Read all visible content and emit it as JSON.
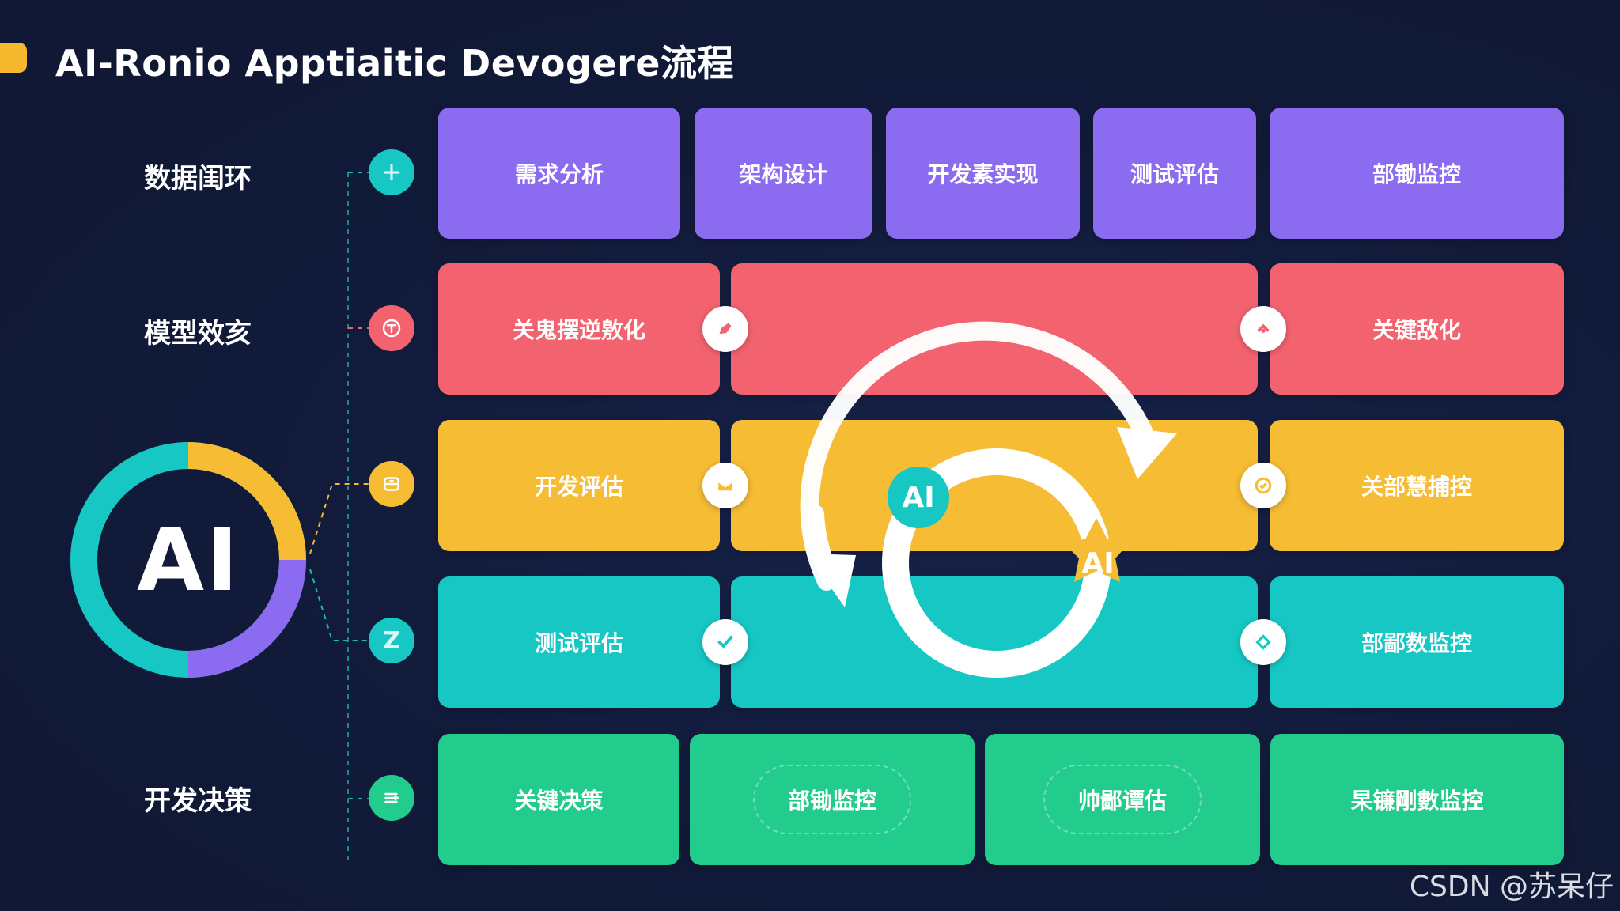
{
  "title": "AI-Ronio Apptiaitic Devogere流程",
  "rows": {
    "label_1": "数据闺环",
    "label_2": "模型效亥",
    "label_5": "开发决策"
  },
  "center_logo": "AI",
  "cycle": {
    "badge_a": "AI",
    "badge_b": "AI"
  },
  "row1": [
    "需求分析",
    "架构设计",
    "开发素实现",
    "测试评估",
    "部锄监控"
  ],
  "row2": [
    "关鬼摆逆敫化",
    "",
    "关键敌化"
  ],
  "row3": [
    "开发评估",
    "",
    "关部慧捕控"
  ],
  "row4": [
    "测试评估",
    "",
    "部鄙数监控"
  ],
  "row5": [
    "关键决策",
    "部锄监控",
    "帅鄙谭估",
    "杲镰剛數监控"
  ],
  "node_glyphs": {
    "n4": "Z"
  },
  "watermark": "CSDN @苏呆仔",
  "colors": {
    "purple": "#8b6cf0",
    "red": "#f2636f",
    "yellow": "#f5bc34",
    "teal": "#17c7c4",
    "green": "#22cc8c",
    "accent": "#f5b82e",
    "background": "#111a38"
  },
  "icons": {
    "node1": "plus-icon",
    "node2": "info-icon",
    "node3": "box-icon",
    "node4": "z-icon",
    "node5": "menu-icon",
    "badges": [
      "pencil-icon",
      "chevron-up-icon",
      "envelope-icon",
      "check-circle-icon",
      "check-icon",
      "diamond-icon"
    ]
  }
}
